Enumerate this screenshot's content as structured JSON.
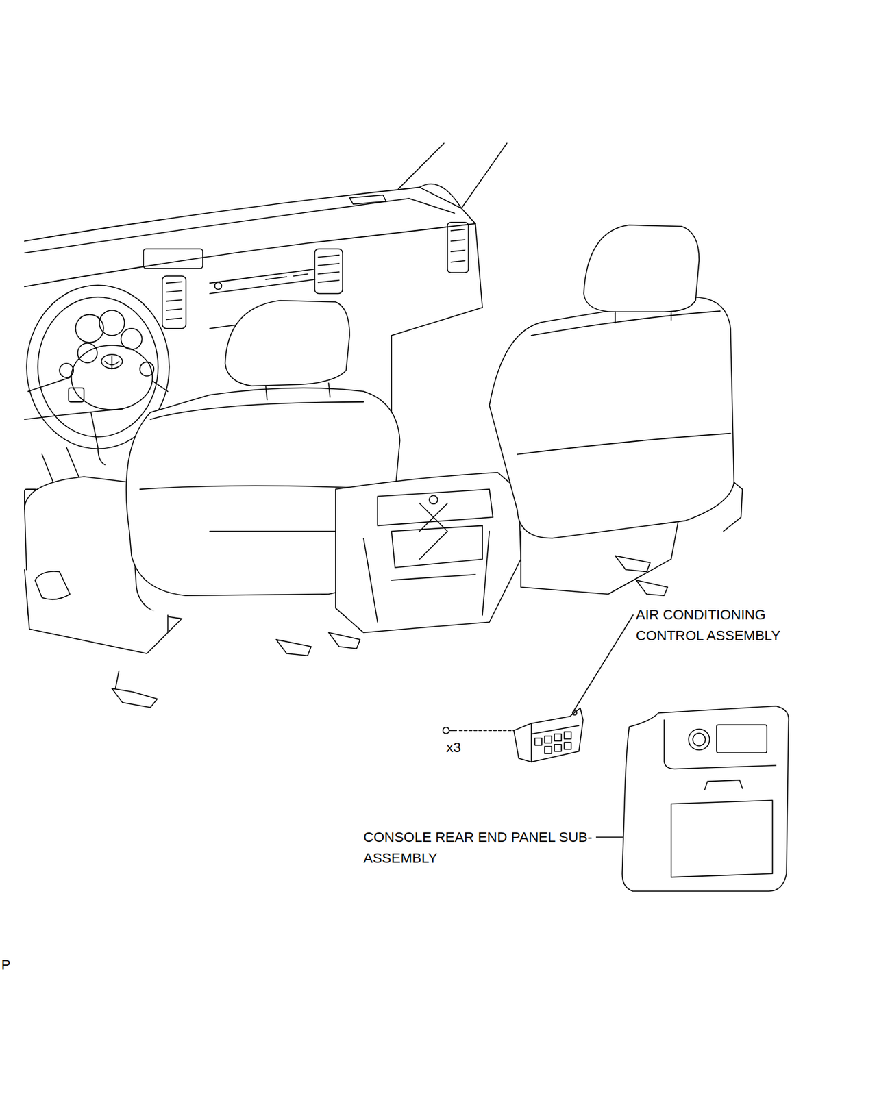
{
  "diagram": {
    "labels": [
      "AIR CONDITIONING CONTROL ASSEMBLY",
      "x3",
      "CONSOLE REAR END PANEL SUB-ASSEMBLY",
      "P"
    ]
  }
}
